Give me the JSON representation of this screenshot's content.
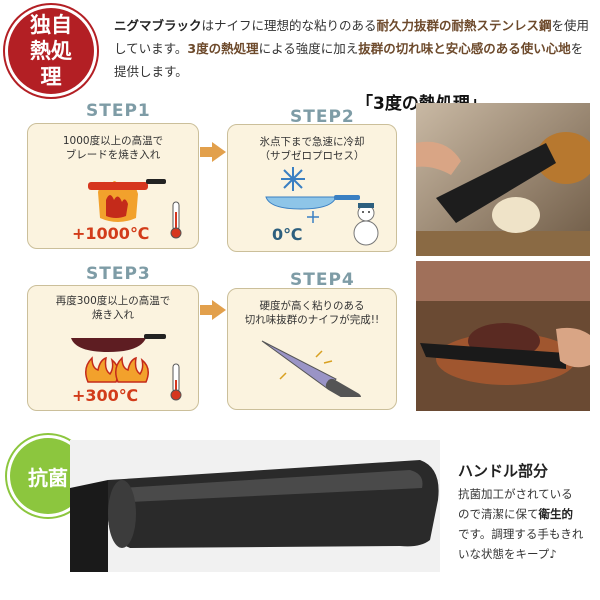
{
  "badges": {
    "original_line1": "独自",
    "original_line2": "熱処理",
    "antibacterial": "抗菌"
  },
  "intro": {
    "brand": "ニグマブラック",
    "t1": "はナイフに理想的な粘りのある",
    "h1": "耐久力抜群の耐熱ステンレス鋼",
    "t2": "を使用しています。",
    "h2": "3度の熱処理",
    "t3": "による強度に加え",
    "h3": "抜群の切れ味と安心感のある使い心地",
    "t4": "を提供します。"
  },
  "heat_title": "「3度の熱処理」",
  "steps": [
    {
      "label": "STEP1",
      "line1": "1000度以上の高温で",
      "line2": "ブレードを焼き入れ",
      "temp": "+1000℃"
    },
    {
      "label": "STEP2",
      "line1": "氷点下まで急速に冷却",
      "line2": "（サブゼロプロセス）",
      "temp": "0℃"
    },
    {
      "label": "STEP3",
      "line1": "再度300度以上の高温で",
      "line2": "焼き入れ",
      "temp": "+300℃"
    },
    {
      "label": "STEP4",
      "line1": "硬度が高く粘りのある",
      "line2": "切れ味抜群のナイフが完成!!",
      "temp": ""
    }
  ],
  "handle": {
    "title": "ハンドル部分",
    "d1": "抗菌加工がされている",
    "d2": "ので清潔に保て",
    "d2b": "衛生的",
    "d3": "です。調理する手もきれ",
    "d4": "いな状態をキープ♪"
  },
  "colors": {
    "badge_red": "#b31f24",
    "badge_green": "#8cc63e",
    "card_bg": "#fbf3df",
    "step_label": "#7e9ca6",
    "arrow": "#e2a04c",
    "temp_red": "#d23c1a",
    "temp_blue": "#2d5f7e"
  }
}
